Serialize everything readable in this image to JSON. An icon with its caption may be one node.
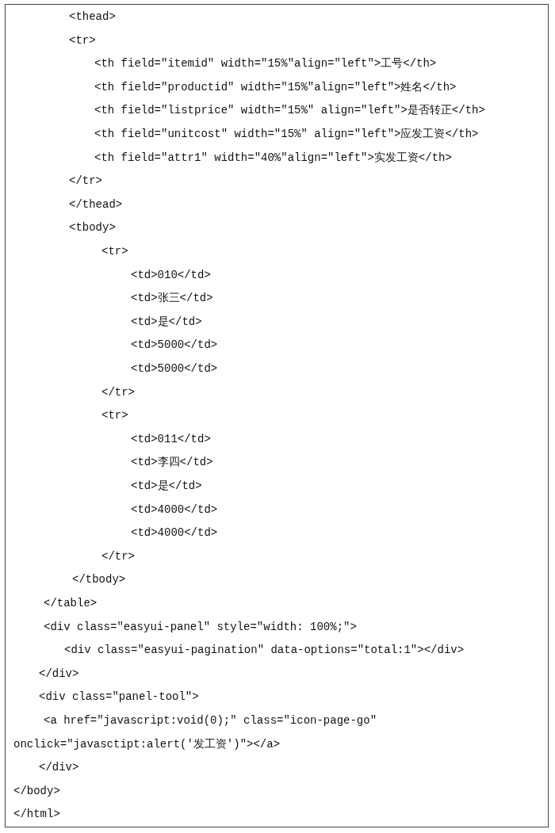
{
  "diagram": {
    "nodes": [
      {
        "text": [
          "<thead>",
          "<tr>",
          "<th field=\"itemid\" width=\"15%\"align=\"left\">工号</th>",
          "<th field=\"productid\" width=\"15%\"align=\"left\">姓名</th>",
          "<th field=\"listprice\" width=\"15%\" align=\"left\">是否转正</th>",
          "<th field=\"unitcost\" width=\"15%\" align=\"left\">应发工资</th>",
          "<th field=\"attr1\" width=\"40%\"align=\"left\">实发工资</th>",
          "</tr>",
          "</thead>",
          "<tbody>",
          "<tr>",
          "<td>010</td>",
          "<td>张三</td>",
          "<td>是</td>",
          "<td>5000</td>",
          "<td>5000</td>",
          "</tr>",
          "<tr>",
          "<td>011</td>",
          "<td>李四</td>",
          "<td>是</td>",
          "<td>4000</td>",
          "<td>4000</td>",
          "</tr>",
          "</tbody>",
          "</table>",
          "<div class=\"easyui-panel\" style=\"width: 100%;\">",
          "<div class=\"easyui-pagination\" data-options=\"total:1\"></div>",
          "</div>",
          "<div class=\"panel-tool\">",
          "<a href=\"javascript:void(0);\" class=\"icon-page-go\" onclick=\"javasctipt:alert('发工资')\"></a>",
          "</div>",
          "</body>",
          "</html>"
        ]
      }
    ]
  }
}
